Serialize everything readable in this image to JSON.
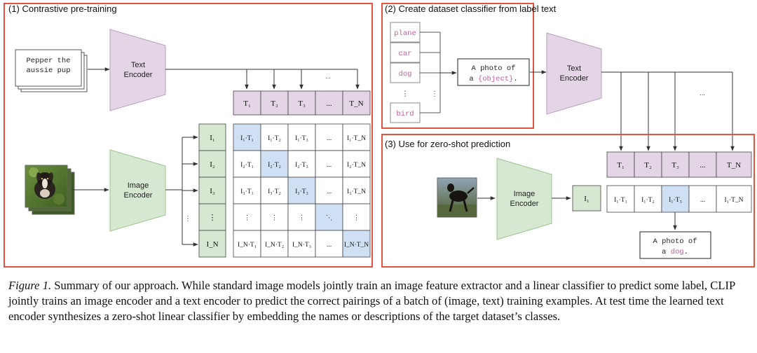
{
  "panels": {
    "pretraining_title": "(1) Contrastive pre-training",
    "classifier_title": "(2) Create dataset classifier from label text",
    "zeroshot_title": "(3) Use for zero-shot prediction"
  },
  "encoders": {
    "text_encoder": [
      "Text",
      "Encoder"
    ],
    "image_encoder": [
      "Image",
      "Encoder"
    ]
  },
  "text_input": {
    "lines": [
      "Pepper the",
      "aussie pup"
    ]
  },
  "pretraining_matrix": {
    "text_features": [
      "T₁",
      "T₂",
      "T₃",
      "...",
      "T_N"
    ],
    "image_features": [
      "I₁",
      "I₂",
      "I₃",
      "⋮",
      "I_N"
    ],
    "cells": [
      [
        "I₁·T₁",
        "I₁·T₂",
        "I₁·T₃",
        "...",
        "I₁·T_N"
      ],
      [
        "I₂·T₁",
        "I₂·T₂",
        "I₂·T₃",
        "...",
        "I₂·T_N"
      ],
      [
        "I₃·T₁",
        "I₃·T₂",
        "I₃·T₃",
        "...",
        "I₃·T_N"
      ],
      [
        "⋮",
        "⋮",
        "⋮",
        "⋱",
        "⋮"
      ],
      [
        "I_N·T₁",
        "I_N·T₂",
        "I_N·T₃",
        "...",
        "I_N·T_N"
      ]
    ]
  },
  "label_list": [
    "plane",
    "car",
    "dog",
    "⋮",
    "bird"
  ],
  "template": {
    "prefix": "A photo of",
    "pre": "a ",
    "placeholder": "{object}",
    "post": "."
  },
  "zeroshot": {
    "text_features": [
      "T₁",
      "T₂",
      "T₃",
      "...",
      "T_N"
    ],
    "image_feature": "I₁",
    "cells": [
      "I₁·T₁",
      "I₁·T₂",
      "I₁·T₃",
      "...",
      "I₁·T_N"
    ],
    "highlight_index": 2,
    "prediction": {
      "line1": "A photo of",
      "pre": "a ",
      "label": "dog",
      "post": "."
    }
  },
  "colors": {
    "panel_border": "#e0533f",
    "encoder_fill": "#e3d4e6",
    "encoder_stroke": "#b99fc0",
    "image_encoder_fill": "#d6e8d1",
    "image_encoder_stroke": "#9cc48f",
    "text_feature_fill": "#e3d4e6",
    "image_feature_fill": "#d6e8d1",
    "highlight_fill": "#cfe0f5",
    "label_text": "#c45c9c"
  },
  "caption": {
    "label": "Figure 1.",
    "text": " Summary of our approach. While standard image models jointly train an image feature extractor and a linear classifier to predict some label, CLIP jointly trains an image encoder and a text encoder to predict the correct pairings of a batch of (image, text) training examples. At test time the learned text encoder synthesizes a zero-shot linear classifier by embedding the names or descriptions of the target dataset’s classes."
  }
}
